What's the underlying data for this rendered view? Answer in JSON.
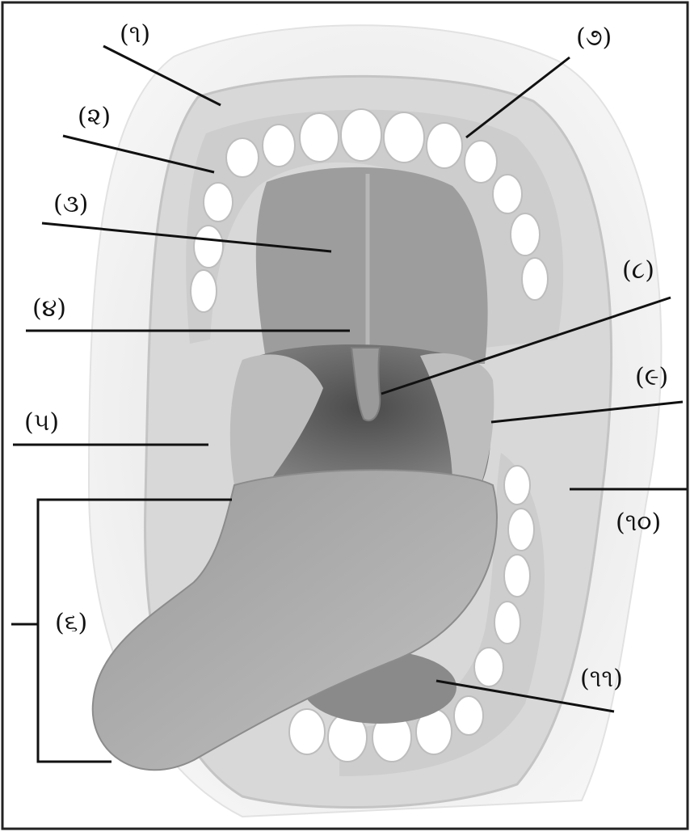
{
  "diagram": {
    "colors": {
      "background": "#ffffff",
      "outer_skin": "#ececec",
      "lips": "#d9d9d9",
      "gums": "#cfcfcf",
      "teeth": "#ffffff",
      "palate": "#9c9c9c",
      "throat": "#5e5e5e",
      "tongue": "#a8a8a8",
      "leader_line": "#111111"
    },
    "labels": [
      {
        "id": "1",
        "text": "(૧)"
      },
      {
        "id": "2",
        "text": "(૨)"
      },
      {
        "id": "3",
        "text": "(૩)"
      },
      {
        "id": "4",
        "text": "(૪)"
      },
      {
        "id": "5",
        "text": "(૫)"
      },
      {
        "id": "6",
        "text": "(૬)"
      },
      {
        "id": "7",
        "text": "(૭)"
      },
      {
        "id": "8",
        "text": "(૮)"
      },
      {
        "id": "9",
        "text": "(૯)"
      },
      {
        "id": "10",
        "text": "(૧૦)"
      },
      {
        "id": "11",
        "text": "(૧૧)"
      }
    ]
  }
}
